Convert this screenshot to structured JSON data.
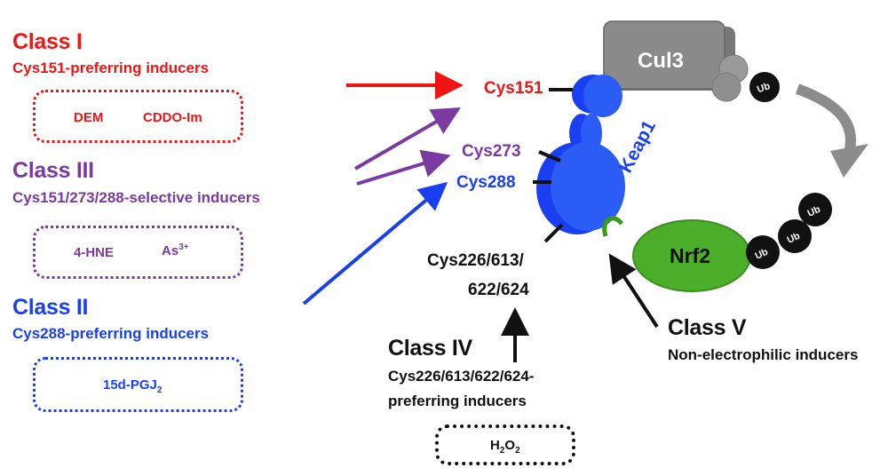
{
  "classes": {
    "class1": {
      "title": "Class I",
      "subtitle": "Cys151-preferring inducers",
      "compound_a": "DEM",
      "compound_b": "CDDO-Im"
    },
    "class3": {
      "title": "Class III",
      "subtitle": "Cys151/273/288-selective inducers",
      "compound_a": "4-HNE",
      "compound_b_base": "As",
      "compound_b_sup": "3+"
    },
    "class2": {
      "title": "Class II",
      "subtitle": "Cys288-preferring inducers",
      "compound_base": "15d-PGJ",
      "compound_sub": "2"
    },
    "class4": {
      "title": "Class IV",
      "subtitle_line1": "Cys226/613/622/624-",
      "subtitle_line2": "preferring inducers",
      "compound_base": "H",
      "compound_sub1": "2",
      "compound_mid": "O",
      "compound_sub2": "2"
    },
    "class5": {
      "title": "Class V",
      "subtitle": "Non-electrophilic inducers"
    }
  },
  "sites": {
    "cys151": "Cys151",
    "cys273": "Cys273",
    "cys288": "Cys288",
    "cys226_line1": "Cys226/613/",
    "cys226_line2": "622/624"
  },
  "proteins": {
    "cul3": "Cul3",
    "keap1": "Keap1",
    "nrf2": "Nrf2",
    "ub": "Ub"
  },
  "colors": {
    "class1": "#f01414",
    "class3": "#7a3aa0",
    "class2": "#1a3ff0",
    "keap1": "#2b5cf6",
    "cul3": "#8a8a8a",
    "nrf2": "#4caf2a",
    "ub": "#111111"
  }
}
